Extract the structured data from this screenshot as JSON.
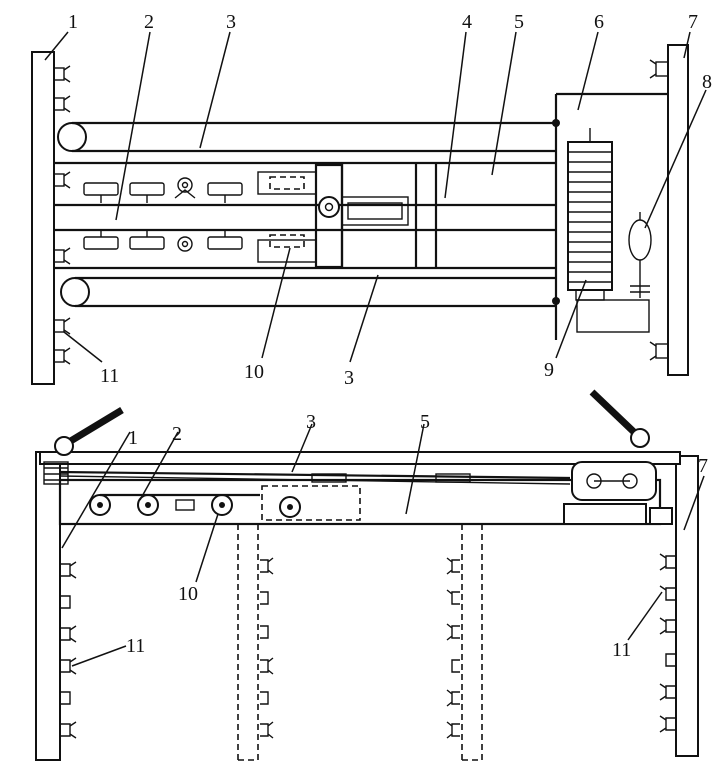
{
  "labels": {
    "top": {
      "l1": "1",
      "l2": "2",
      "l3a": "3",
      "l4": "4",
      "l5": "5",
      "l6": "6",
      "l7": "7",
      "l8": "8",
      "l9": "9",
      "l10": "10",
      "l3b": "3",
      "l11": "11"
    },
    "bottom": {
      "l1": "1",
      "l2": "2",
      "l3": "3",
      "l5": "5",
      "l7": "7",
      "l10": "10",
      "l11a": "11",
      "l11b": "11"
    }
  }
}
